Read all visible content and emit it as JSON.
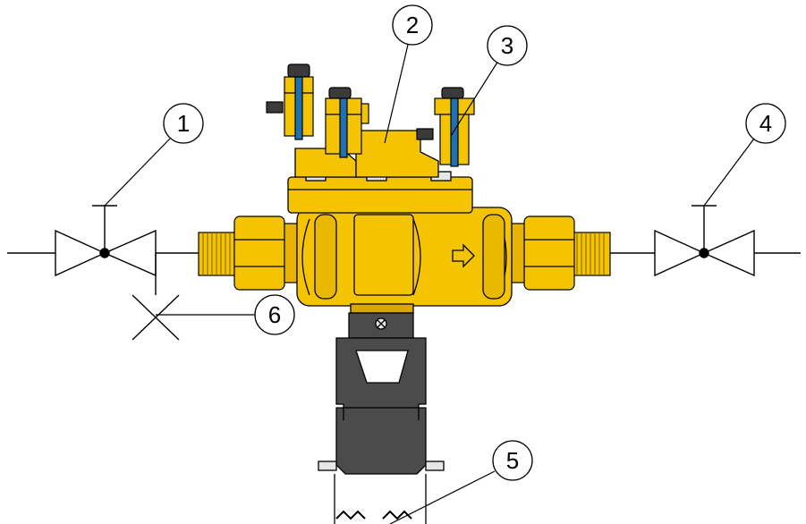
{
  "callouts": [
    {
      "id": 1,
      "label": "1"
    },
    {
      "id": 2,
      "label": "2"
    },
    {
      "id": 3,
      "label": "3"
    },
    {
      "id": 4,
      "label": "4"
    },
    {
      "id": 5,
      "label": "5"
    },
    {
      "id": 6,
      "label": "6"
    }
  ],
  "colors": {
    "brass": "#f5c400",
    "brass_dark": "#c89a00",
    "handle": "#3a3a3a",
    "blue_stem": "#1f6fb3",
    "funnel": "#4b4b4b",
    "outline": "#000000"
  },
  "icons": {
    "flow_arrow": "flow-direction-arrow-icon",
    "screw": "screw-icon"
  }
}
